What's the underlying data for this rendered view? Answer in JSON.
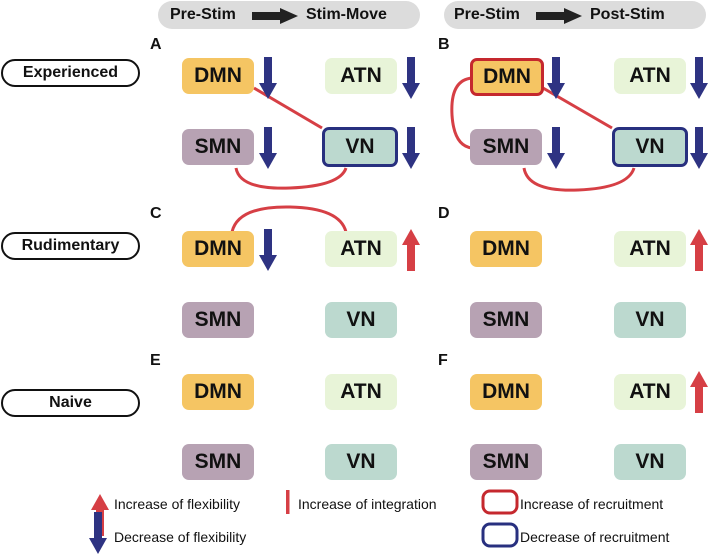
{
  "headers": [
    {
      "left": "Pre-Stim",
      "right": "Stim-Move"
    },
    {
      "left": "Pre-Stim",
      "right": "Post-Stim"
    }
  ],
  "groups": [
    "Experienced",
    "Rudimentary",
    "Naive"
  ],
  "panels": [
    "A",
    "B",
    "C",
    "D",
    "E",
    "F"
  ],
  "nodes": {
    "dmn": "DMN",
    "atn": "ATN",
    "smn": "SMN",
    "vn": "VN"
  },
  "legend": {
    "inc_flex": "Increase of flexibility",
    "dec_flex": "Decrease of flexibility",
    "inc_integration": "Increase of integration",
    "inc_recruit": "Increase of recruitment",
    "dec_recruit": "Decrease of recruitment"
  },
  "colors": {
    "increase": "#d63f45",
    "decrease": "#2e3382",
    "link": "#d63f45"
  }
}
